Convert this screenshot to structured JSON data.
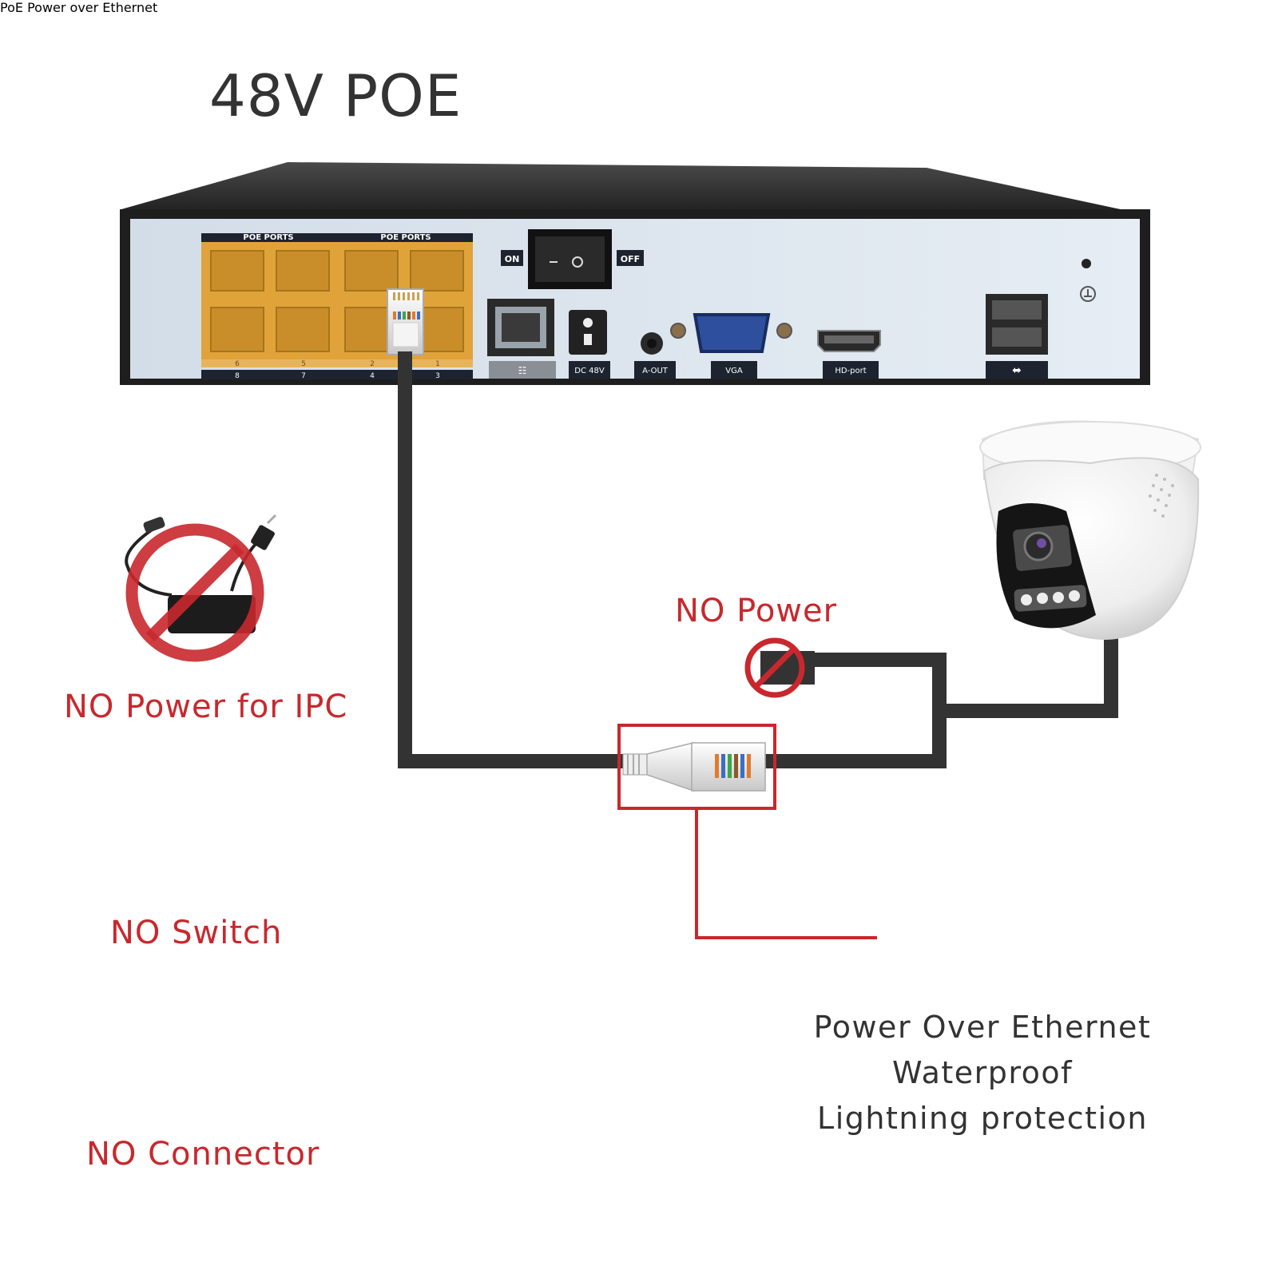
{
  "title": "48V POE",
  "nvr": {
    "port_group_labels": [
      "POE PORTS",
      "POE PORTS"
    ],
    "port_numbers_top": [
      "6",
      "5",
      "2",
      "1"
    ],
    "port_numbers_bottom": [
      "8",
      "7",
      "4",
      "3"
    ],
    "switch_on": "ON",
    "switch_off": "OFF",
    "dc_label": "DC 48V",
    "aout_label": "A-OUT",
    "vga_label": "VGA",
    "hdmi_label": "HD-port"
  },
  "labels": {
    "no_power_ipc": "NO Power for IPC",
    "no_switch": "NO Switch",
    "no_connector": "NO Connector",
    "no_power": "NO Power"
  },
  "poe_logo": {
    "text": "PoE",
    "subtext": "Power over Ethernet"
  },
  "features": [
    "Power Over Ethernet",
    "Waterproof",
    "Lightning protection"
  ],
  "colors": {
    "prohibited_red": "#c8282d",
    "cable": "#333333",
    "poe_green": "#5bb030",
    "port_orange": "#e0a33a"
  }
}
